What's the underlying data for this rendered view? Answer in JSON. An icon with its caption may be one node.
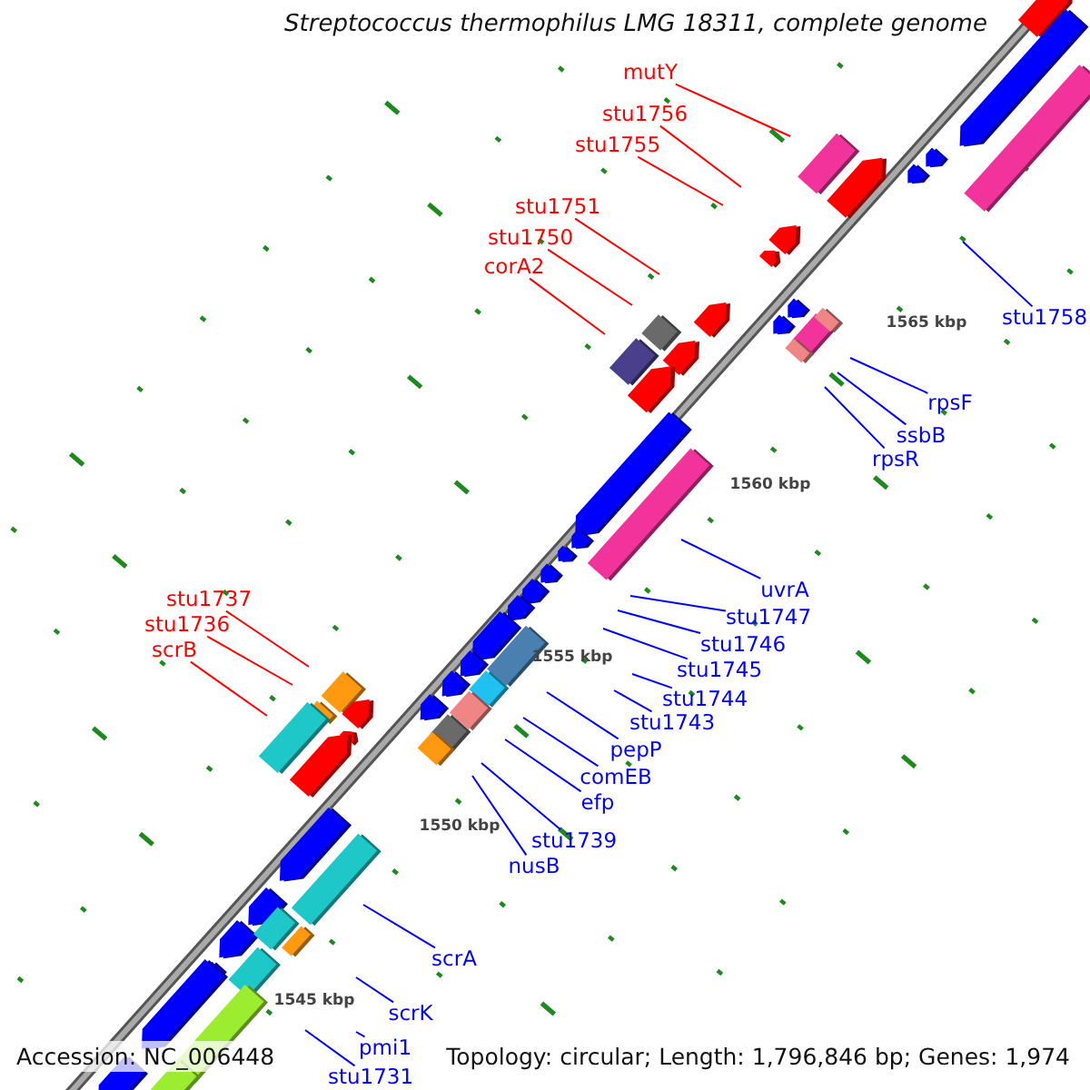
{
  "diagram": {
    "title": "Streptococcus thermophilus LMG 18311, complete genome",
    "nodes": [
      {
        "text": [
          "mutY"
        ]
      },
      {
        "text": [
          "stu1756"
        ]
      },
      {
        "text": [
          "stu1755"
        ]
      },
      {
        "text": [
          "stu1751"
        ]
      },
      {
        "text": [
          "stu1750"
        ]
      },
      {
        "text": [
          "corA2"
        ]
      },
      {
        "text": [
          "stu1758"
        ]
      },
      {
        "text": [
          "rpsF"
        ]
      },
      {
        "text": [
          "ssbB"
        ]
      },
      {
        "text": [
          "rpsR"
        ]
      },
      {
        "text": [
          "uvrA"
        ]
      },
      {
        "text": [
          "stu1747"
        ]
      },
      {
        "text": [
          "stu1746"
        ]
      },
      {
        "text": [
          "stu1745"
        ]
      },
      {
        "text": [
          "stu1744"
        ]
      },
      {
        "text": [
          "stu1743"
        ]
      },
      {
        "text": [
          "stu1737"
        ]
      },
      {
        "text": [
          "stu1736"
        ]
      },
      {
        "text": [
          "scrB"
        ]
      },
      {
        "text": [
          "pepP"
        ]
      },
      {
        "text": [
          "comEB"
        ]
      },
      {
        "text": [
          "efp"
        ]
      },
      {
        "text": [
          "stu1739"
        ]
      },
      {
        "text": [
          "nusB"
        ]
      },
      {
        "text": [
          "scrA"
        ]
      },
      {
        "text": [
          "scrK"
        ]
      },
      {
        "text": [
          "pmi1"
        ]
      },
      {
        "text": [
          "stu1731"
        ]
      }
    ],
    "edges": [
      {
        "from": 0,
        "to": null,
        "arrow": "none",
        "color": "#ff0000"
      },
      {
        "from": 1,
        "to": null,
        "arrow": "none",
        "color": "#ff0000"
      },
      {
        "from": 2,
        "to": null,
        "arrow": "none",
        "color": "#ff0000"
      },
      {
        "from": 3,
        "to": null,
        "arrow": "none",
        "color": "#ff0000"
      },
      {
        "from": 4,
        "to": null,
        "arrow": "none",
        "color": "#ff0000"
      },
      {
        "from": 5,
        "to": null,
        "arrow": "none",
        "color": "#ff0000"
      },
      {
        "from": 6,
        "to": null,
        "arrow": "none"
      },
      {
        "from": 7,
        "to": null,
        "arrow": "none"
      },
      {
        "from": 8,
        "to": null,
        "arrow": "none"
      },
      {
        "from": 9,
        "to": null,
        "arrow": "none"
      },
      {
        "from": 10,
        "to": null,
        "arrow": "none"
      },
      {
        "from": 11,
        "to": null,
        "arrow": "none"
      },
      {
        "from": 12,
        "to": null,
        "arrow": "none"
      },
      {
        "from": 13,
        "to": null,
        "arrow": "none"
      },
      {
        "from": 14,
        "to": null,
        "arrow": "none"
      },
      {
        "from": 15,
        "to": null,
        "arrow": "none"
      },
      {
        "from": 16,
        "to": null,
        "arrow": "none",
        "color": "#ff0000"
      },
      {
        "from": 17,
        "to": null,
        "arrow": "none",
        "color": "#ff0000"
      },
      {
        "from": 18,
        "to": null,
        "arrow": "none",
        "color": "#ff0000"
      },
      {
        "from": 19,
        "to": null,
        "arrow": "none"
      },
      {
        "from": 20,
        "to": null,
        "arrow": "none"
      },
      {
        "from": 21,
        "to": null,
        "arrow": "none"
      },
      {
        "from": 22,
        "to": null,
        "arrow": "none"
      },
      {
        "from": 23,
        "to": null,
        "arrow": "none"
      },
      {
        "from": 24,
        "to": null,
        "arrow": "none"
      },
      {
        "from": 25,
        "to": null,
        "arrow": "none"
      },
      {
        "from": 26,
        "to": null,
        "arrow": "none"
      },
      {
        "from": 27,
        "to": null,
        "arrow": "none"
      }
    ],
    "labels": [
      "1565 kbp",
      "1560 kbp",
      "1555 kbp",
      "1550 kbp",
      "1545 kbp",
      "Accession: NC_006448",
      "Topology: circular; Length: 1,796,846 bp; Genes: 1,974"
    ]
  }
}
